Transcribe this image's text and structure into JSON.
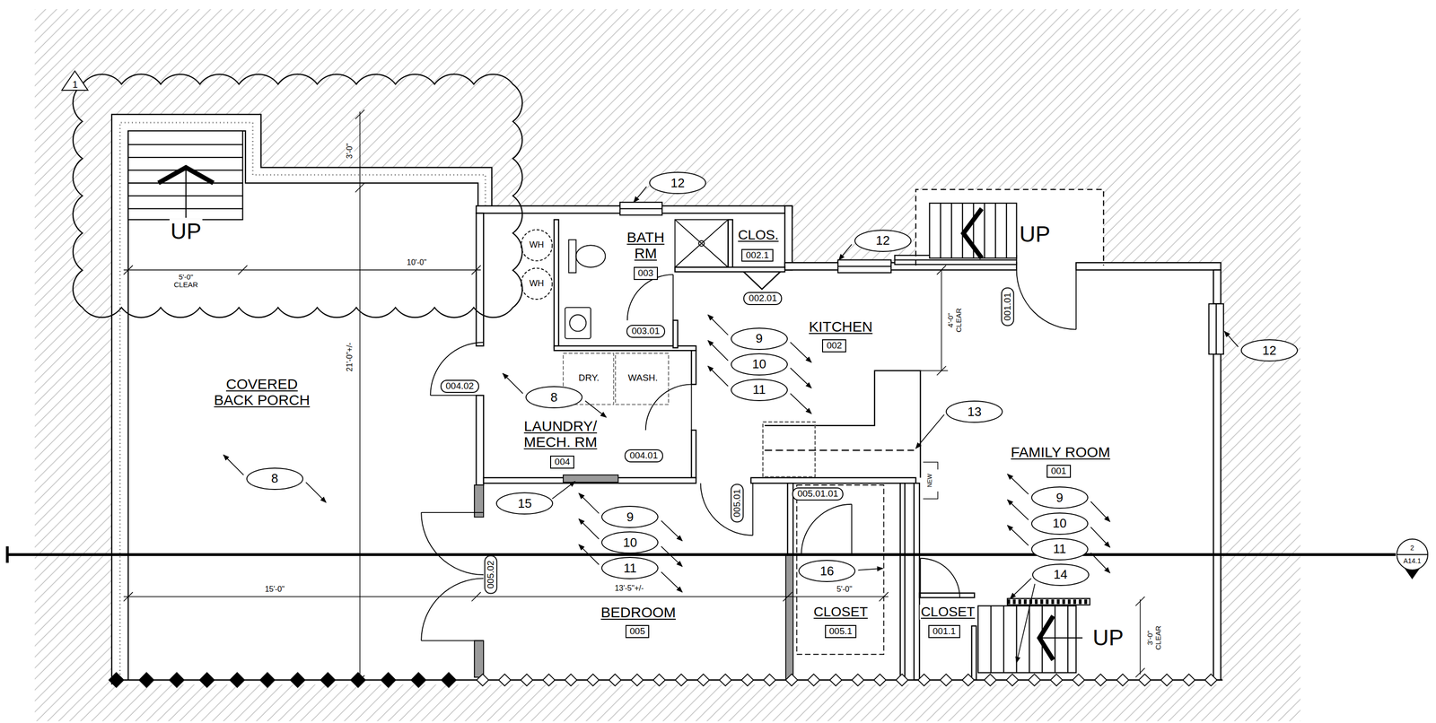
{
  "diagram": {
    "nodes": [
      {
        "text": [
          "1"
        ]
      },
      {
        "text": [
          "12"
        ]
      },
      {
        "text": [
          "12"
        ]
      },
      {
        "text": [
          "002.1"
        ]
      },
      {
        "text": [
          "003"
        ]
      },
      {
        "text": [
          "002.01"
        ]
      },
      {
        "text": [
          "001.01"
        ]
      },
      {
        "text": [
          "003.01"
        ]
      },
      {
        "text": [
          "9"
        ]
      },
      {
        "text": [
          "002"
        ]
      },
      {
        "text": [
          "12"
        ]
      },
      {
        "text": [
          "10"
        ]
      },
      {
        "text": [
          "004.02"
        ]
      },
      {
        "text": [
          "8"
        ]
      },
      {
        "text": [
          "11"
        ]
      },
      {
        "text": [
          "13"
        ]
      },
      {
        "text": [
          "004"
        ]
      },
      {
        "text": [
          "004.01"
        ]
      },
      {
        "text": [
          "001"
        ]
      },
      {
        "text": [
          "005.01"
        ]
      },
      {
        "text": [
          "005.01.01"
        ]
      },
      {
        "text": [
          "8"
        ]
      },
      {
        "text": [
          "9"
        ]
      },
      {
        "text": [
          "15"
        ]
      },
      {
        "text": [
          "9"
        ]
      },
      {
        "text": [
          "10"
        ]
      },
      {
        "text": [
          "10"
        ]
      },
      {
        "text": [
          "11"
        ]
      },
      {
        "text": [
          "2",
          "A14.1"
        ]
      },
      {
        "text": [
          "11"
        ]
      },
      {
        "text": [
          "14"
        ]
      },
      {
        "text": [
          "16"
        ]
      },
      {
        "text": [
          "005.02"
        ]
      },
      {
        "text": [
          "005"
        ]
      },
      {
        "text": [
          "005.1"
        ]
      },
      {
        "text": [
          "001.1"
        ]
      }
    ],
    "labels": [
      "UP",
      "WH",
      "WH",
      "5'-0\" CLEAR",
      "10'-0\"",
      "3'-0\"",
      "21'-0\"+/-",
      "BATH RM",
      "CLOS.",
      "UP",
      "4'-0\" CLEAR",
      "KITCHEN",
      "DRY.",
      "WASH.",
      "COVERED BACK PORCH",
      "LAUNDRY/ MECH. RM",
      "FAMILY ROOM",
      "NEW",
      "13'-5\"+/-",
      "15'-0\"",
      "5'-0\"",
      "BEDROOM",
      "CLOSET",
      "CLOSET",
      "UP",
      "3'-0\" CLEAR"
    ]
  }
}
